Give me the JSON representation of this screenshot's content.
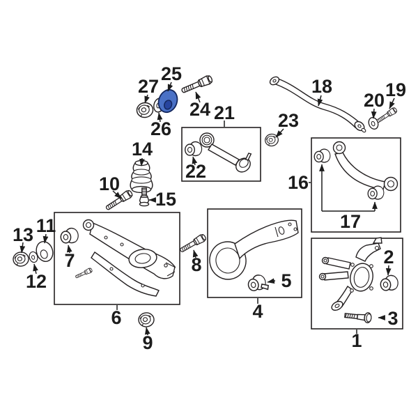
{
  "diagram": {
    "background": "#ffffff",
    "line_color": "#231f20",
    "highlighted_part": "25",
    "highlight_fill": "#4a71c6",
    "highlight_inner": "#27459f",
    "highlight_outline": "#13265c"
  },
  "boxes": [
    {
      "label": "21",
      "contains": [
        "22"
      ]
    },
    {
      "label": "16",
      "contains": [
        "17"
      ]
    },
    {
      "label": "6",
      "contains": [
        "7"
      ]
    },
    {
      "label": "4",
      "contains": [
        "5"
      ]
    },
    {
      "label": "1",
      "contains": [
        "2",
        "3"
      ]
    }
  ],
  "callouts": [
    {
      "num": "1"
    },
    {
      "num": "2"
    },
    {
      "num": "3"
    },
    {
      "num": "4"
    },
    {
      "num": "5"
    },
    {
      "num": "6"
    },
    {
      "num": "7"
    },
    {
      "num": "8"
    },
    {
      "num": "9"
    },
    {
      "num": "10"
    },
    {
      "num": "11"
    },
    {
      "num": "12"
    },
    {
      "num": "13"
    },
    {
      "num": "14"
    },
    {
      "num": "15"
    },
    {
      "num": "16"
    },
    {
      "num": "17"
    },
    {
      "num": "18"
    },
    {
      "num": "19"
    },
    {
      "num": "20"
    },
    {
      "num": "21"
    },
    {
      "num": "22"
    },
    {
      "num": "23"
    },
    {
      "num": "24"
    },
    {
      "num": "25",
      "highlighted": true
    },
    {
      "num": "26"
    },
    {
      "num": "27"
    }
  ]
}
